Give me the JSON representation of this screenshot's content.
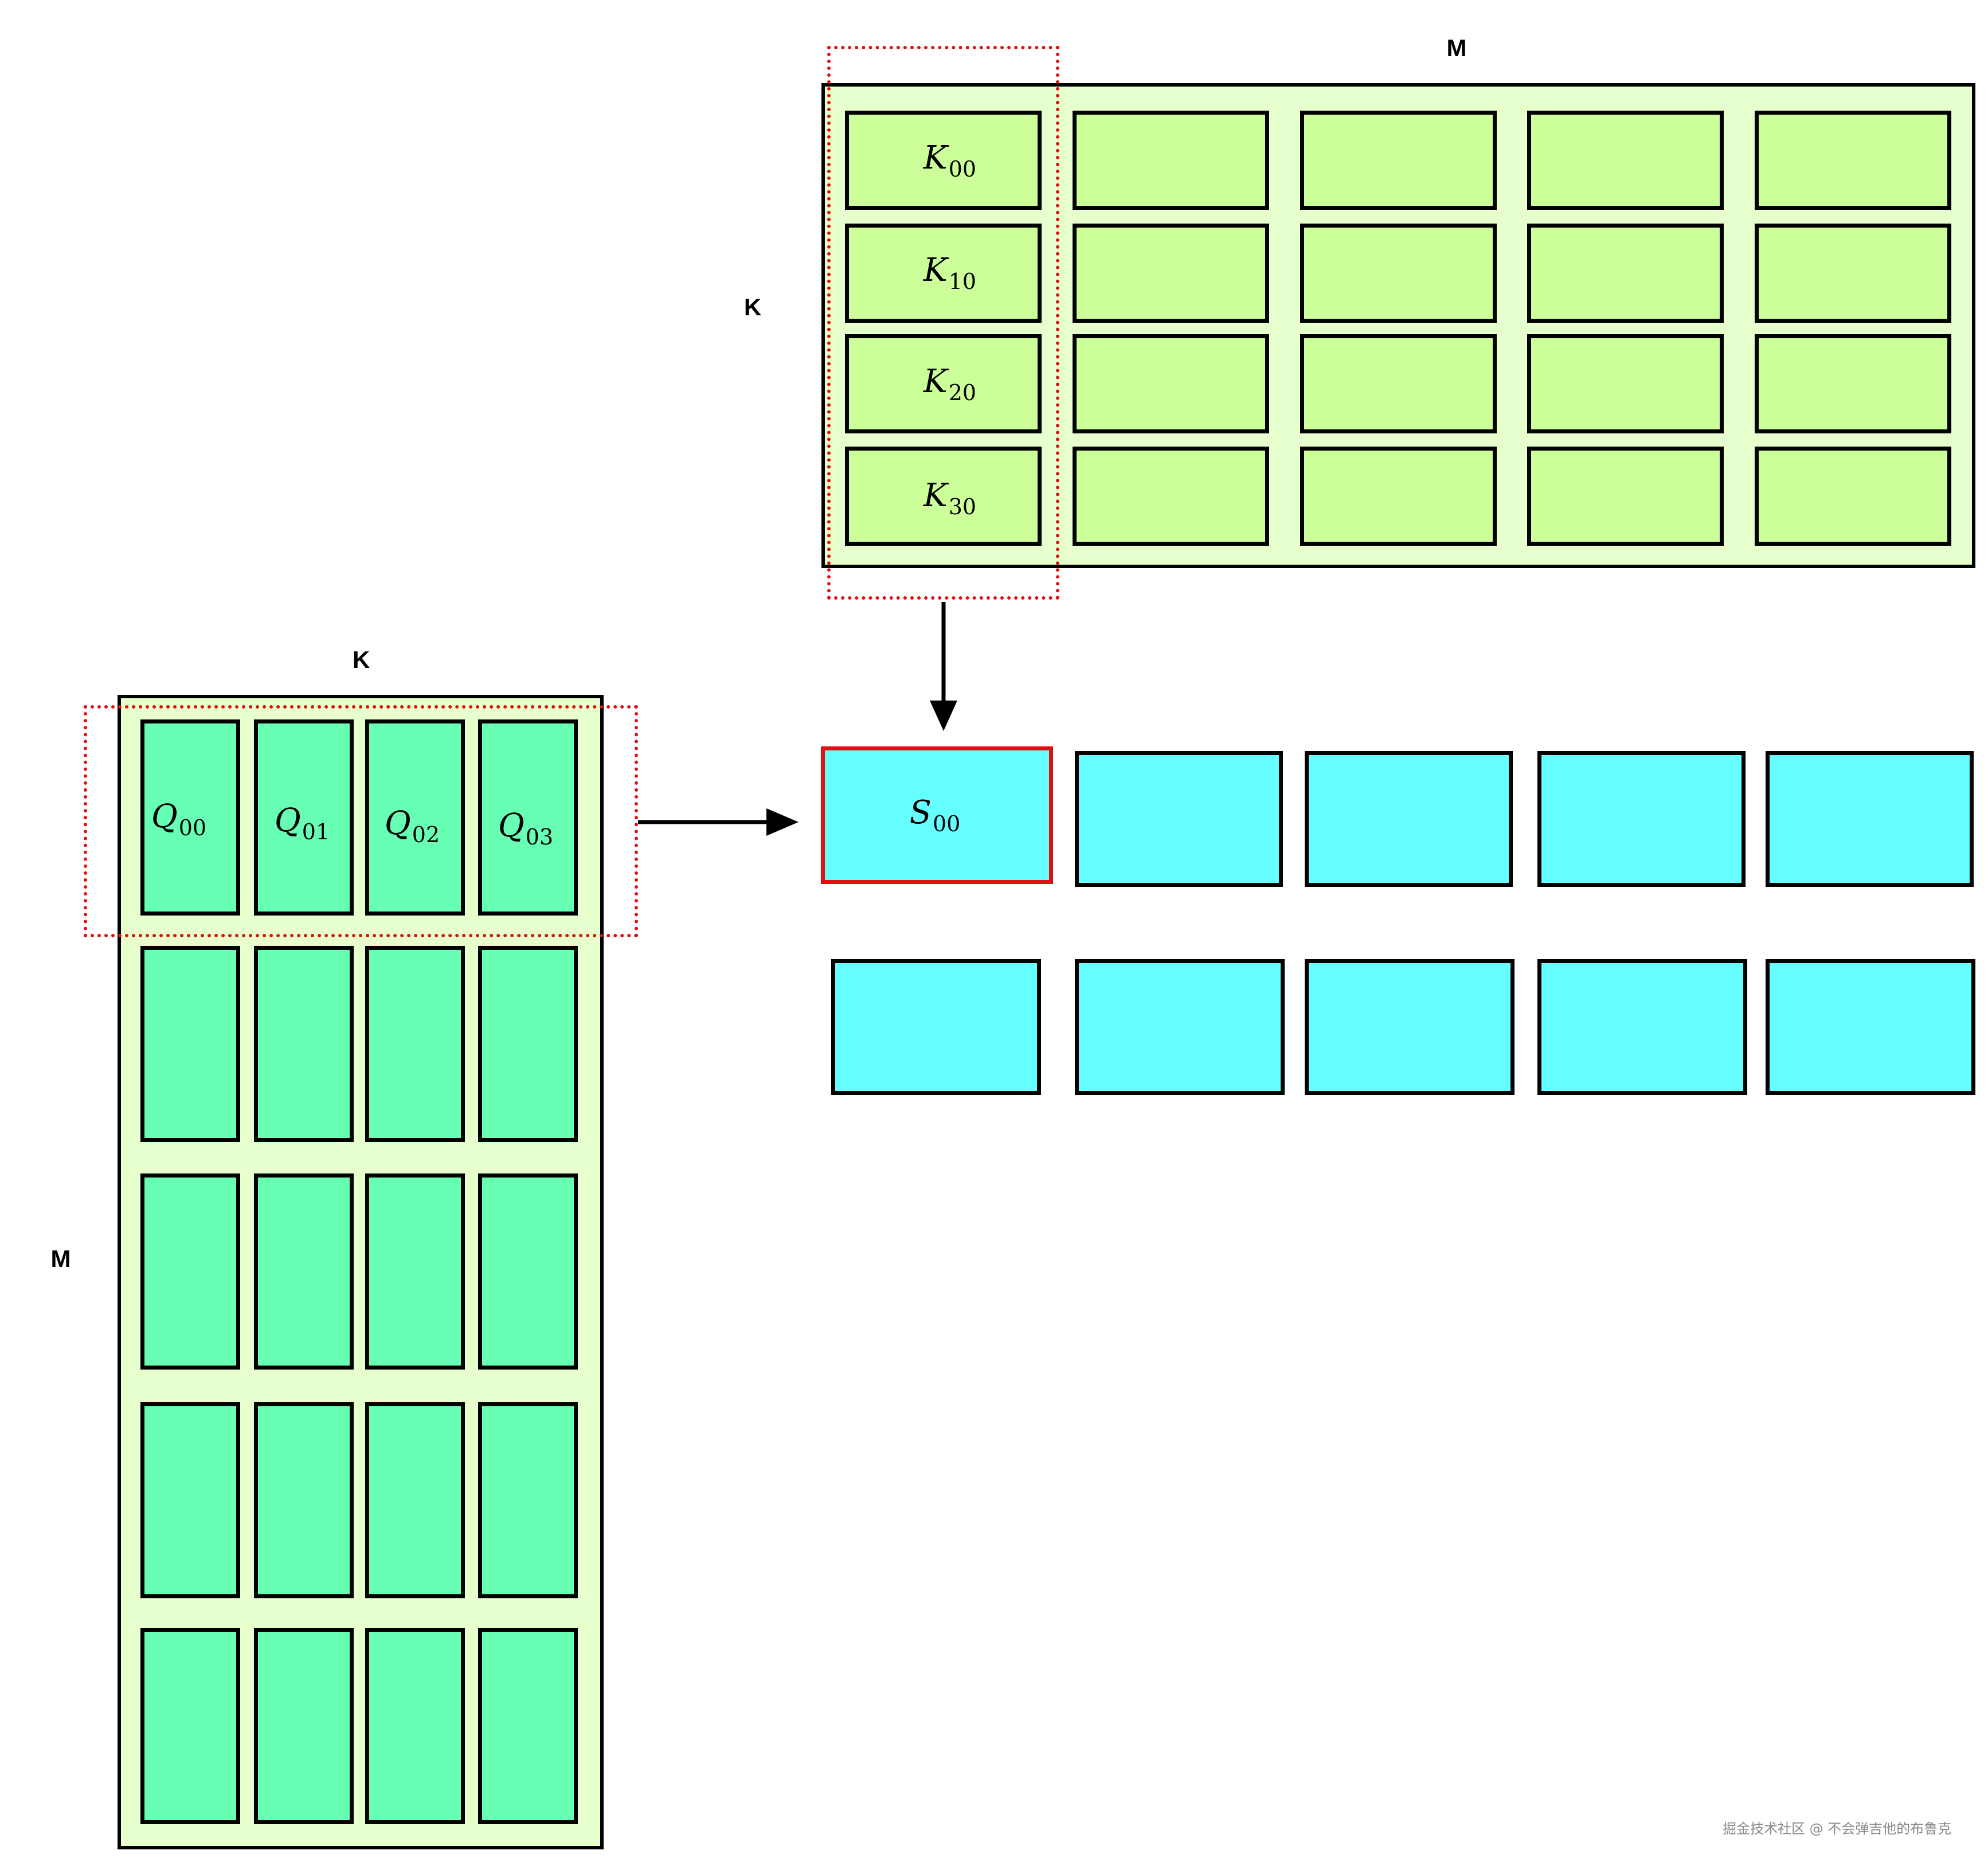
{
  "axes": {
    "k_matrix_top": "M",
    "k_matrix_left": "K",
    "q_matrix_top": "K",
    "q_matrix_left": "M"
  },
  "k_matrix": {
    "symbols": [
      {
        "base": "K",
        "sub": "00"
      },
      {
        "base": "K",
        "sub": "10"
      },
      {
        "base": "K",
        "sub": "20"
      },
      {
        "base": "K",
        "sub": "30"
      }
    ]
  },
  "q_matrix": {
    "symbols": [
      {
        "base": "Q",
        "sub": "00"
      },
      {
        "base": "Q",
        "sub": "01"
      },
      {
        "base": "Q",
        "sub": "02"
      },
      {
        "base": "Q",
        "sub": "03"
      }
    ]
  },
  "s_matrix": {
    "symbol": {
      "base": "S",
      "sub": "00"
    }
  },
  "watermark": "掘金技术社区 @ 不会弹吉他的布鲁克",
  "colors": {
    "matrix_bg": "#e6ffcc",
    "k_cell": "#ccff99",
    "q_cell": "#66ffb3",
    "s_cell": "#66ffff",
    "highlight": "#e01010",
    "stroke": "#000000"
  }
}
